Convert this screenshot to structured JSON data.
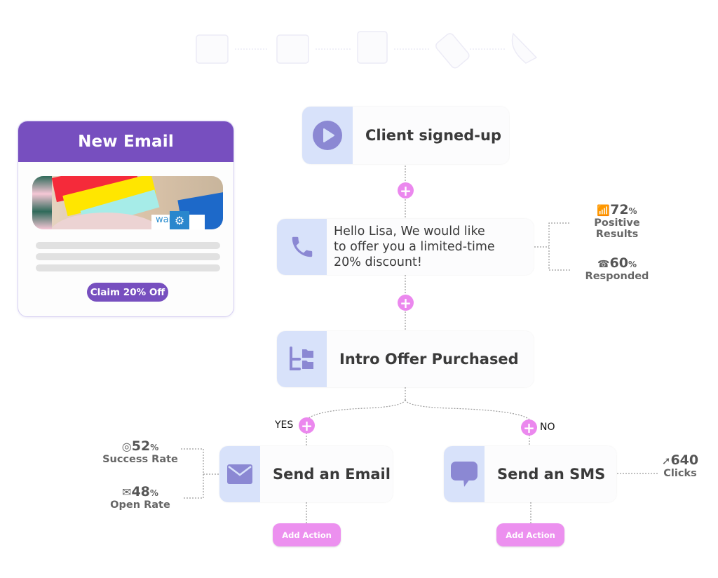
{
  "channels": [
    "email-icon",
    "email-open-icon",
    "chat-bubble-icon",
    "tag-icon",
    "phone-icon"
  ],
  "email_card": {
    "title": "New Email",
    "image_text": "ware",
    "cta": "Claim 20% Off"
  },
  "flow": {
    "trigger": {
      "label": "Client signed-up",
      "icon": "play-icon"
    },
    "message": {
      "lines": [
        "Hello Lisa, We would like",
        "to offer you a limited-time",
        "20% discount!"
      ],
      "icon": "phone-icon"
    },
    "condition": {
      "label": "Intro Offer Purchased",
      "icon": "branch-icon"
    },
    "yes_branch": {
      "label": "YES",
      "action": "Send an Email",
      "icon": "envelope-icon",
      "add_action": "Add Action"
    },
    "no_branch": {
      "label": "NO",
      "action": "Send an SMS",
      "icon": "sms-icon",
      "add_action": "Add Action"
    }
  },
  "stats": {
    "positive": {
      "value": "72",
      "unit": "%",
      "caption": "Positive Results"
    },
    "responded": {
      "value": "60",
      "unit": "%",
      "caption": "Responded"
    },
    "success": {
      "value": "52",
      "unit": "%",
      "caption": "Success Rate"
    },
    "open": {
      "value": "48",
      "unit": "%",
      "caption": "Open Rate"
    },
    "clicks": {
      "value": "640",
      "caption": "Clicks"
    }
  },
  "colors": {
    "purple": "#774fbf",
    "icon_purple": "#8b88d3",
    "icon_bg": "#d8e2fa",
    "pink": "#eb88ee"
  }
}
